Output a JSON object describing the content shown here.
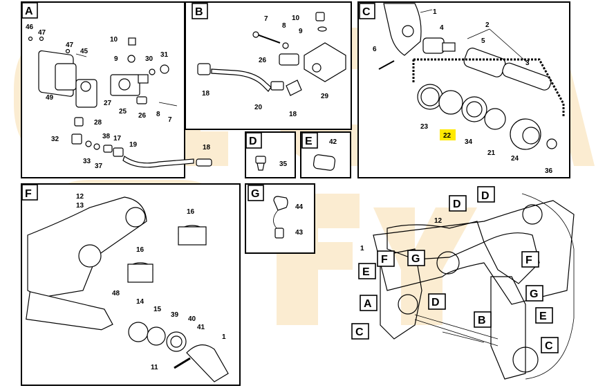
{
  "panels": {
    "A": {
      "tag": "A",
      "labels": [
        "46",
        "47",
        "47",
        "45",
        "10",
        "9",
        "30",
        "31",
        "49",
        "27",
        "25",
        "26",
        "8",
        "7",
        "28",
        "32",
        "38",
        "17",
        "19",
        "18",
        "33",
        "37"
      ]
    },
    "B": {
      "tag": "B",
      "labels": [
        "7",
        "10",
        "8",
        "9",
        "26",
        "18",
        "20",
        "18",
        "29"
      ]
    },
    "C": {
      "tag": "C",
      "labels": [
        "1",
        "2",
        "4",
        "5",
        "3",
        "6",
        "23",
        "22",
        "34",
        "21",
        "24",
        "36"
      ],
      "highlight": "22"
    },
    "D": {
      "tag": "D",
      "labels": [
        "35"
      ]
    },
    "E": {
      "tag": "E",
      "labels": [
        "42"
      ]
    },
    "F": {
      "tag": "F",
      "labels": [
        "12",
        "13",
        "16",
        "16",
        "48",
        "14",
        "15",
        "39",
        "40",
        "41",
        "1",
        "11"
      ]
    },
    "G": {
      "tag": "G",
      "labels": [
        "44",
        "43"
      ]
    }
  },
  "overview": {
    "labels": [
      "12",
      "1"
    ],
    "callouts": [
      "D",
      "D",
      "F",
      "F",
      "G",
      "E",
      "G",
      "D",
      "A",
      "B",
      "E",
      "C",
      "C"
    ]
  },
  "colors": {
    "highlight": "#ffe900",
    "watermark": "#f6d49a"
  }
}
